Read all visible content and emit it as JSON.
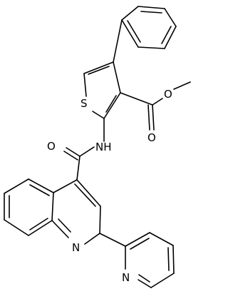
{
  "molecule": {
    "atoms": {
      "sulfur": "S",
      "amide_nh": "NH",
      "carbonyl_o_amide": "O",
      "ester_o_double": "O",
      "ester_o_single": "O",
      "quinoline_n": "N",
      "pyridine_n": "N"
    },
    "colors": {
      "bond": "#000000",
      "label": "#000000",
      "background": "#ffffff"
    }
  }
}
